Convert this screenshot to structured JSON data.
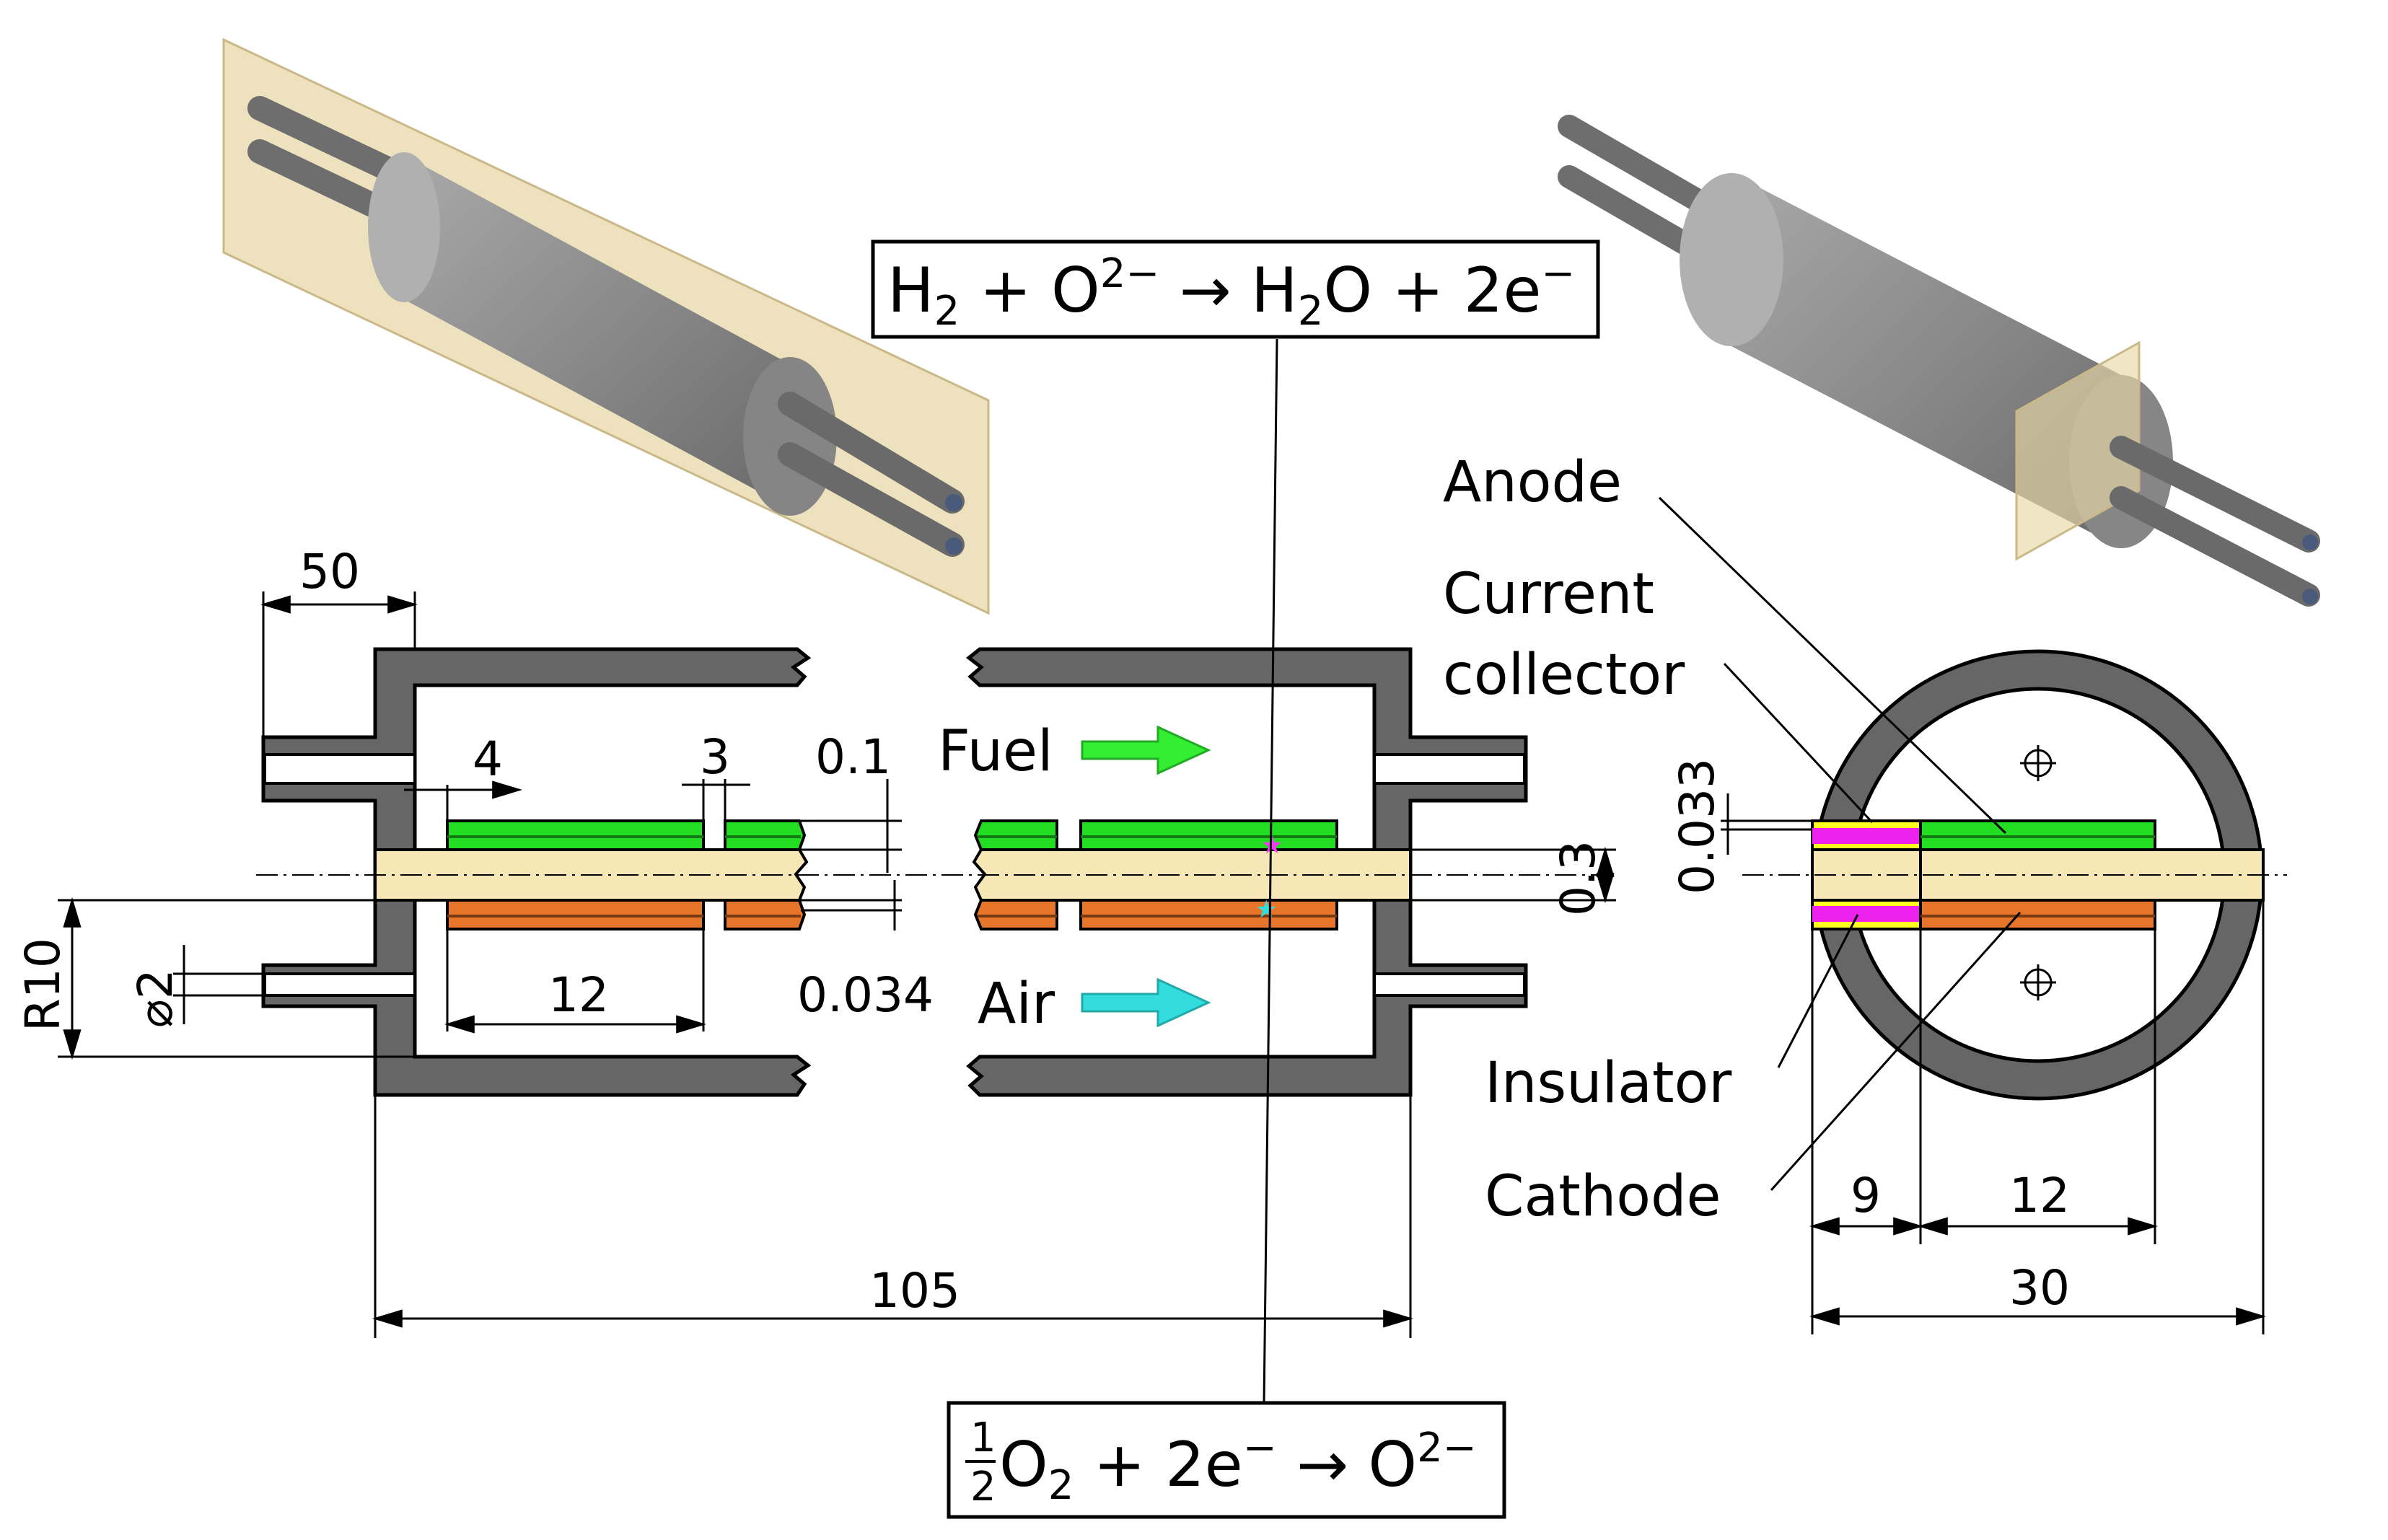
{
  "equations": {
    "anode": {
      "p1": "H",
      "s1": "2",
      "p2": " + O",
      "sup1": "2−",
      "p3": " → H",
      "s2": "2",
      "p4": "O + 2e",
      "sup2": "−"
    },
    "cathode": {
      "num": "1",
      "den": "2",
      "p1": " O",
      "s1": "2",
      "p2": " + 2e",
      "sup1": "−",
      "p3": " → O",
      "sup2": "2−"
    }
  },
  "flows": {
    "fuel": "Fuel",
    "air": "Air"
  },
  "labels": {
    "anode": "Anode",
    "current_collector_1": "Current",
    "current_collector_2": "collector",
    "insulator": "Insulator",
    "cathode": "Cathode"
  },
  "dimensions": {
    "d50": "50",
    "d4": "4",
    "d3": "3",
    "d01": "0.1",
    "d12": "12",
    "d0034": "0.034",
    "d03": "0.3",
    "r10": "R10",
    "phi2": "⌀2",
    "d105": "105",
    "d0033": "0.033",
    "d9": "9",
    "d12r": "12",
    "d30": "30"
  },
  "colors": {
    "housing": "#666666",
    "electrolyte": "#f8e7b6",
    "anode": "#22dd22",
    "current_collector": "#1a9a1a",
    "cathode": "#e8762a",
    "insulator": "#ee22ee",
    "insulator_edge": "#ffff22",
    "fuel_arrow": "#33ee33",
    "air_arrow": "#33dddd",
    "cylinder": "#8c8c8c",
    "plane": "#e8d8a8",
    "marker_top": "#ff33ff",
    "marker_bottom": "#33dddd"
  }
}
